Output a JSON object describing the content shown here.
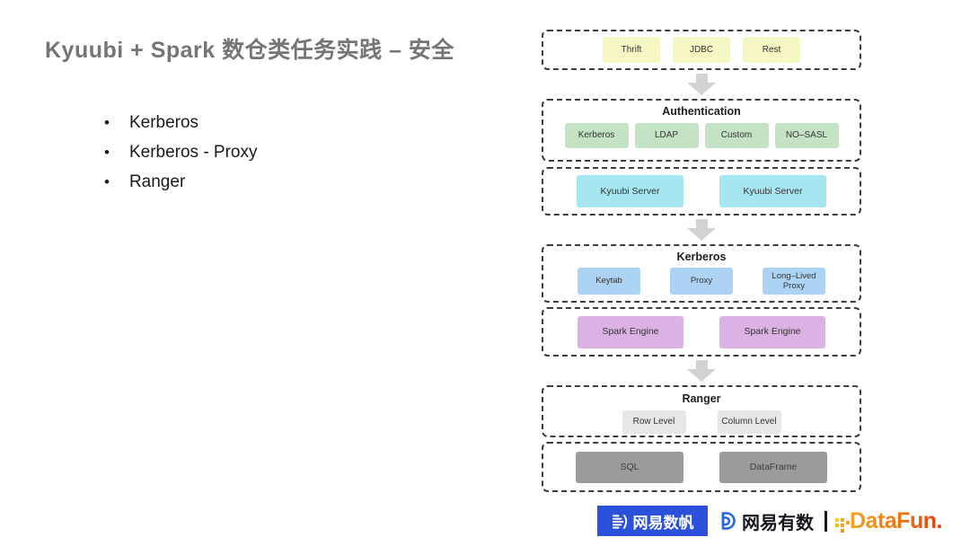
{
  "slide": {
    "title": "Kyuubi + Spark 数仓类任务实践 – 安全",
    "bullets": [
      "Kerberos",
      "Kerberos - Proxy",
      "Ranger"
    ]
  },
  "diagram": {
    "clients": {
      "items": [
        "Thrift",
        "JDBC",
        "Rest"
      ]
    },
    "authentication": {
      "title": "Authentication",
      "items": [
        "Kerberos",
        "LDAP",
        "Custom",
        "NO–SASL"
      ]
    },
    "servers": {
      "items": [
        "Kyuubi Server",
        "Kyuubi Server"
      ]
    },
    "kerberos": {
      "title": "Kerberos",
      "items": [
        "Keytab",
        "Proxy",
        "Long–Lived Proxy"
      ]
    },
    "engines": {
      "items": [
        "Spark Engine",
        "Spark Engine"
      ]
    },
    "ranger": {
      "title": "Ranger",
      "items": [
        "Row Level",
        "Column Level"
      ]
    },
    "execution": {
      "items": [
        "SQL",
        "DataFrame"
      ]
    }
  },
  "footer": {
    "shufan_label": "网易数帆",
    "youshu_label": "网易有数",
    "separator_glyph": "|",
    "datafun_label": "DataFun."
  },
  "colors": {
    "title_gray": "#757575",
    "dash_border": "#3d3d3d",
    "client_yellow": "#F6F6C4",
    "auth_green": "#C4E2C4",
    "server_cyan": "#A6E6F0",
    "kerberos_blue": "#ACD3F4",
    "engine_purple": "#DCB1E3",
    "ranger_gray": "#E7E7E7",
    "exec_gray": "#9B9B9B",
    "arrow_gray": "#D2D2D2",
    "netease_blue": "#2B51DB",
    "datafun_orange": "#F07313"
  }
}
